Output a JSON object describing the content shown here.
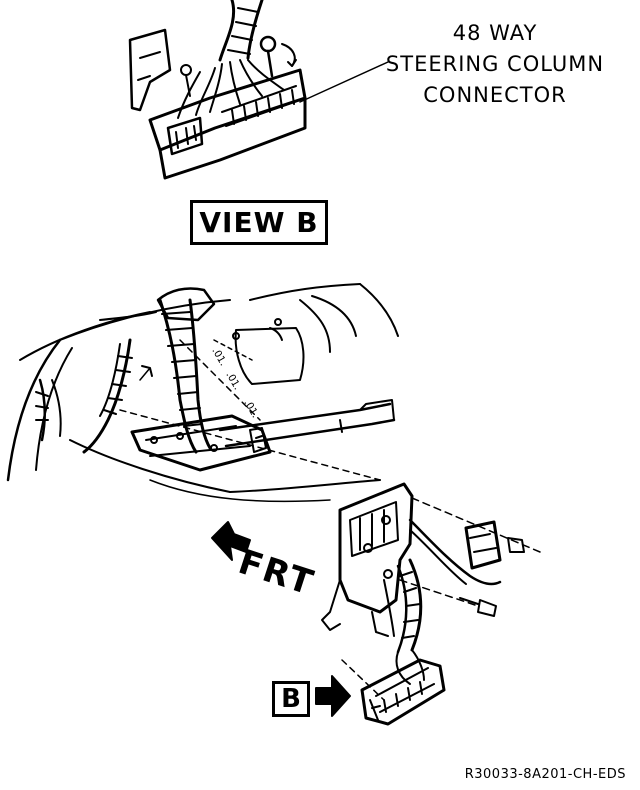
{
  "callout": {
    "line1": "48 WAY",
    "line2": "STEERING COLUMN",
    "line3": "CONNECTOR"
  },
  "view_label": "VIEW B",
  "front_label": "FRT",
  "view_marker": "B",
  "figure_id": "R30033-8A201-CH-EDS"
}
